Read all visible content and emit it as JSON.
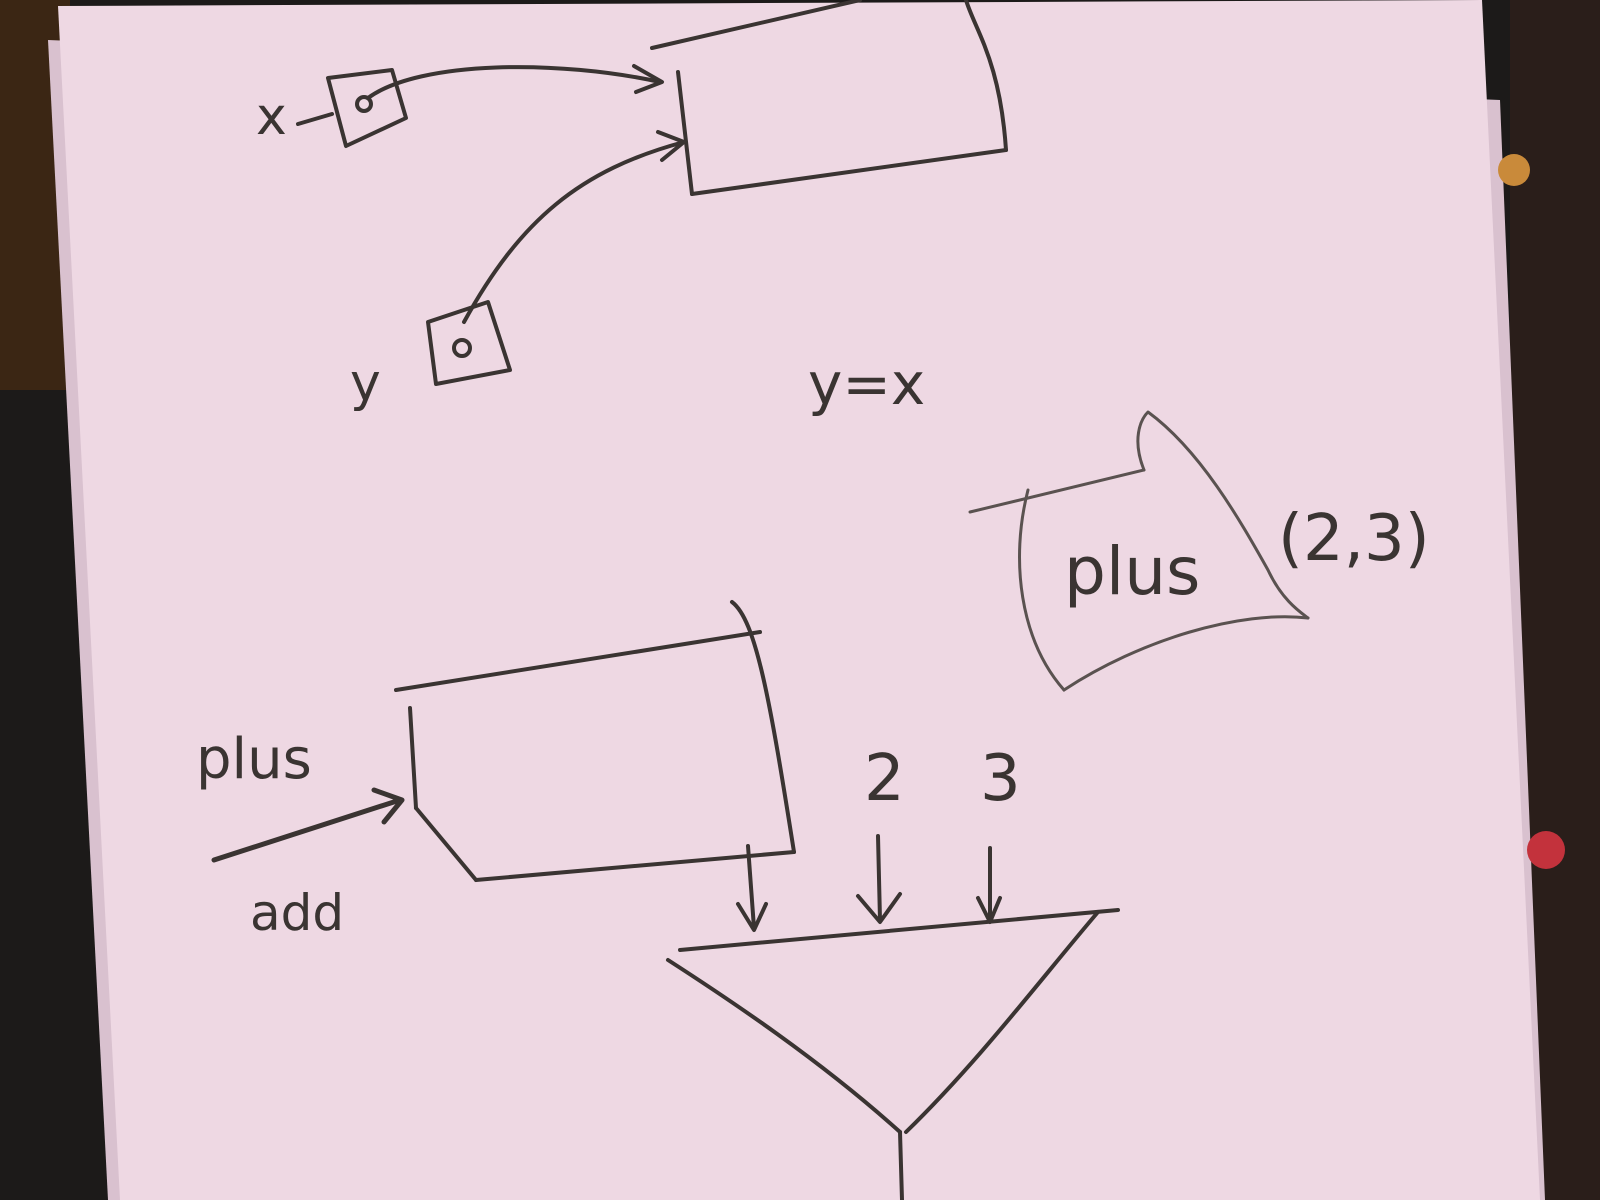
{
  "colors": {
    "paper": "#eed8e3",
    "paper_shadow": "#d9c1cf",
    "ink": "#3a3432",
    "ink_light": "#5a5250",
    "background": "#1c1a19",
    "desk": "#3b2614",
    "hole_amber": "#c98a3a",
    "hole_red": "#c3323c"
  },
  "labels": {
    "var_x": "x",
    "var_y": "y",
    "assignment": "y=x",
    "plus_card": "plus",
    "plus_args": "(2,3)",
    "plus_name": "plus",
    "add_name": "add",
    "arg_2": "2",
    "arg_3": "3"
  },
  "icons": {
    "var_box": "square-with-dot",
    "arrow": "hand-drawn-arrow",
    "funnel": "funnel-shape"
  }
}
